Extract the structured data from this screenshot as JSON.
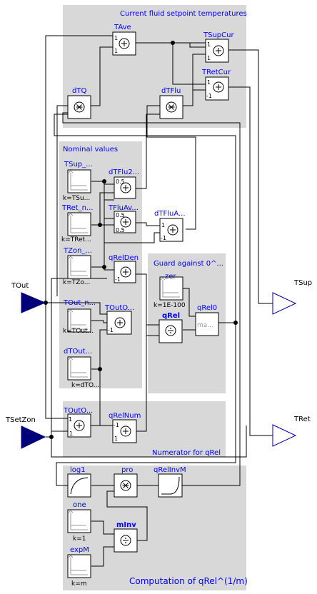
{
  "panels": {
    "current_setpoints": "Current fluid setpoint temperatures",
    "nominal_values": "Nominal values",
    "guard": "Guard against 0^...",
    "numerator": "Numerator for qRel",
    "computation": "Computation of qRel^(1/m)"
  },
  "inputs": {
    "tout": "TOut",
    "tsetzon": "TSetZon"
  },
  "outputs": {
    "tsup": "TSup",
    "tret": "TRet"
  },
  "blocks": {
    "tave": "TAve",
    "tsupcur": "TSupCur",
    "tretcur": "TRetCur",
    "dtq": "dTQ",
    "dtflu": "dTFlu",
    "tsup_const": "TSup_...",
    "tsup_k": "k=TSu...",
    "dtflu2": "dTFlu2...",
    "tret_const": "TRet_n...",
    "tret_k": "k=TRet...",
    "tfluav": "TFluAv...",
    "dtflua": "dTFluA...",
    "tzon_const": "TZon_...",
    "tzon_k": "k=TZo...",
    "qrelden": "qRelDen",
    "tout_const": "TOut_n...",
    "tout_k": "k=TOut...",
    "touto1": "TOutO...",
    "dtout_const": "dTOut...",
    "dtout_k": "k=dTO...",
    "zer": "zer",
    "zer_k": "k=1E-100",
    "qrel": "qRel",
    "qrel0": "qRel0",
    "max_label": "ma...",
    "touto2": "TOutO...",
    "qrelnum": "qRelNum",
    "log1": "log1",
    "pro": "pro",
    "qrelinvm": "qRelInvM",
    "one": "one",
    "one_k": "k=1",
    "minv": "mInv",
    "expm": "expM",
    "expm_k": "k=m"
  },
  "port_labels": {
    "one": "1",
    "minus_one": "-1",
    "half": "0.5"
  }
}
